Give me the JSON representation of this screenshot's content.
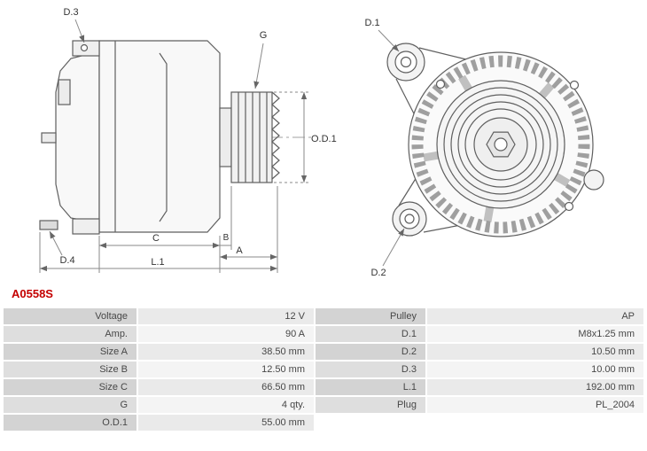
{
  "part_number": "A0558S",
  "colors": {
    "part_number_red": "#c40000",
    "table_label_bg": "#d3d3d3",
    "table_value_bg": "#eaeaea"
  },
  "diagram": {
    "labels": {
      "d1": "D.1",
      "d2": "D.2",
      "d3": "D.3",
      "d4": "D.4",
      "g": "G",
      "od1": "O.D.1",
      "a": "A",
      "b": "B",
      "c": "C",
      "l1": "L.1"
    }
  },
  "table": {
    "rows": [
      {
        "label_left": "Voltage",
        "value_left": "12 V",
        "label_right": "Pulley",
        "value_right": "AP"
      },
      {
        "label_left": "Amp.",
        "value_left": "90 A",
        "label_right": "D.1",
        "value_right": "M8x1.25 mm"
      },
      {
        "label_left": "Size A",
        "value_left": "38.50 mm",
        "label_right": "D.2",
        "value_right": "10.50 mm"
      },
      {
        "label_left": "Size B",
        "value_left": "12.50 mm",
        "label_right": "D.3",
        "value_right": "10.00 mm"
      },
      {
        "label_left": "Size C",
        "value_left": "66.50 mm",
        "label_right": "L.1",
        "value_right": "192.00 mm"
      },
      {
        "label_left": "G",
        "value_left": "4 qty.",
        "label_right": "Plug",
        "value_right": "PL_2004"
      },
      {
        "label_left": "O.D.1",
        "value_left": "55.00 mm",
        "label_right": "",
        "value_right": ""
      }
    ]
  }
}
